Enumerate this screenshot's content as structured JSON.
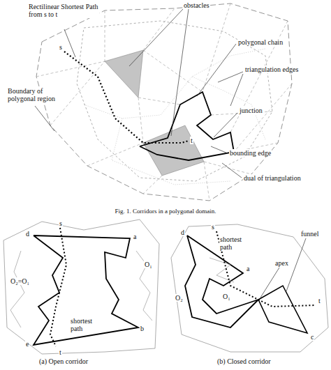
{
  "diagram": {
    "caption": "Fig. 1. Corridors in a polygonal domain.",
    "labels": [
      "Rectilinear Shortest Path from s to t",
      "obstacles",
      "polygonal chain",
      "triangulation edges",
      "junction",
      "s",
      "t",
      "Boundary of polygonal region",
      "bounding edge",
      "dual of triangulation",
      "d",
      "s",
      "a",
      "O₂=O₁",
      "O₁",
      "b",
      "e",
      "shortest path",
      "t",
      "(a) Open corridor",
      "d",
      "s",
      "shortest path",
      "a",
      "funnel",
      "apex",
      "O₂",
      "O₁",
      "t",
      "c",
      "(b) Closed corridor"
    ]
  }
}
